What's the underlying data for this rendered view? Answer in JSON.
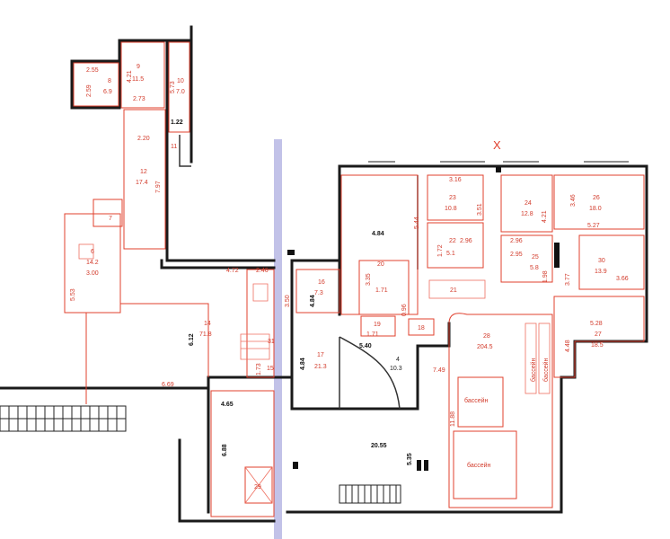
{
  "plan": {
    "marker": "X",
    "pool_label": "бассейн",
    "rooms": [
      {
        "id": "r8",
        "num": "8",
        "area": "6.9"
      },
      {
        "id": "r9",
        "num": "9",
        "area": "11.5"
      },
      {
        "id": "r10",
        "num": "10",
        "area": "7.0"
      },
      {
        "id": "r11",
        "num": "11",
        "area": ""
      },
      {
        "id": "r7",
        "num": "7",
        "area": ""
      },
      {
        "id": "r12",
        "num": "12",
        "area": "17.4"
      },
      {
        "id": "r6",
        "num": "6",
        "area": "14.2"
      },
      {
        "id": "r14",
        "num": "14",
        "area": "71.8"
      },
      {
        "id": "r16",
        "num": "16",
        "area": "7.3"
      },
      {
        "id": "r17",
        "num": "17",
        "area": "21.3"
      },
      {
        "id": "r15",
        "num": "15",
        "area": ""
      },
      {
        "id": "r4",
        "num": "4",
        "area": "10.3"
      },
      {
        "id": "r18",
        "num": "18",
        "area": ""
      },
      {
        "id": "r19",
        "num": "19",
        "area": ""
      },
      {
        "id": "r20",
        "num": "20",
        "area": ""
      },
      {
        "id": "r21",
        "num": "21",
        "area": ""
      },
      {
        "id": "r22",
        "num": "22",
        "area": "5.1"
      },
      {
        "id": "r23",
        "num": "23",
        "area": "10.8"
      },
      {
        "id": "r24",
        "num": "24",
        "area": "12.8"
      },
      {
        "id": "r25",
        "num": "25",
        "area": "5.8"
      },
      {
        "id": "r26",
        "num": "26",
        "area": "18.0"
      },
      {
        "id": "r27",
        "num": "27",
        "area": "18.5"
      },
      {
        "id": "r28",
        "num": "28",
        "area": "204.5"
      },
      {
        "id": "r29",
        "num": "29",
        "area": ""
      },
      {
        "id": "r30",
        "num": "30",
        "area": "13.9"
      },
      {
        "id": "r31",
        "num": "31",
        "area": ""
      }
    ],
    "dimensions": [
      "2.55",
      "2.59",
      "4.21",
      "2.73",
      "5.73",
      "1.22",
      "2.20",
      "7.97",
      "3.00",
      "5.53",
      "4.72",
      "2.46",
      "6.12",
      "6.69",
      "3.50",
      "4.84",
      "4.84",
      "1.73",
      "4.65",
      "6.88",
      "4.84",
      "5.44",
      "3.35",
      "1.71",
      "0.96",
      "1.71",
      "5.40",
      "7.49",
      "3.16",
      "3.51",
      "2.96",
      "1.72",
      "4.21",
      "2.96",
      "2.95",
      "1.98",
      "3.46",
      "5.27",
      "3.77",
      "3.66",
      "5.28",
      "4.48",
      "11.88",
      "20.55",
      "5.35"
    ]
  }
}
